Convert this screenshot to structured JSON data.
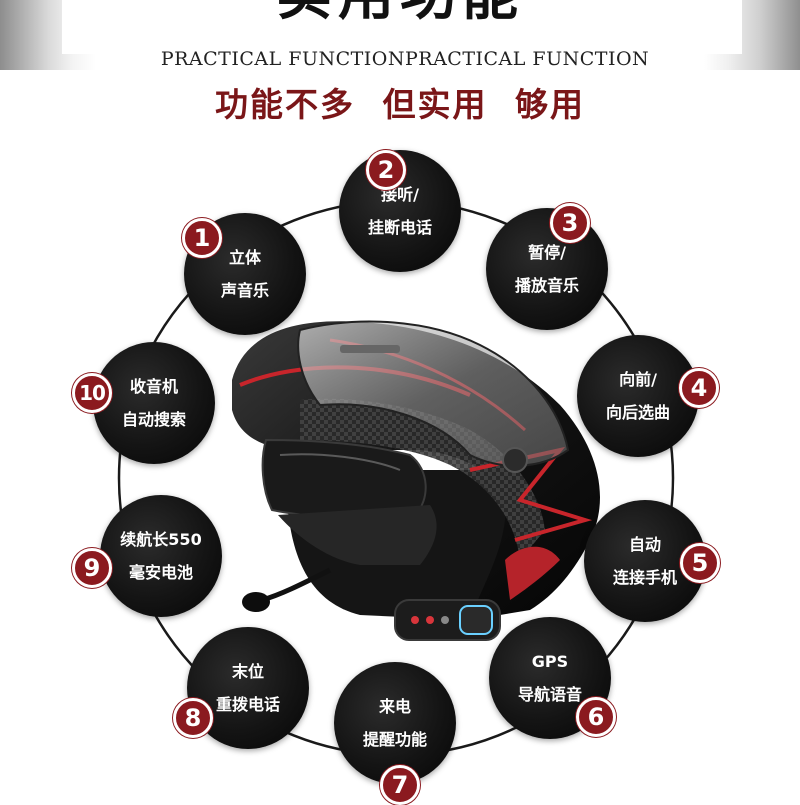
{
  "header": {
    "title": "实用功能",
    "subtitle": "PRACTICAL FUNCTIONPRACTICAL FUNCTION",
    "headline": "功能不多 但实用 够用"
  },
  "colors": {
    "accent": "#7a1618",
    "badge": "#8b1a1f",
    "circle": "#111111"
  },
  "features": [
    {
      "number": "1",
      "line1": "立体",
      "line2": "声音乐"
    },
    {
      "number": "2",
      "line1": "接听/",
      "line2": "挂断电话"
    },
    {
      "number": "3",
      "line1": "暂停/",
      "line2": "播放音乐"
    },
    {
      "number": "4",
      "line1": "向前/",
      "line2": "向后选曲"
    },
    {
      "number": "5",
      "line1": "自动",
      "line2": "连接手机"
    },
    {
      "number": "6",
      "line1": "GPS",
      "line2": "导航语音"
    },
    {
      "number": "7",
      "line1": "来电",
      "line2": "提醒功能"
    },
    {
      "number": "8",
      "line1": "末位",
      "line2": "重拨电话"
    },
    {
      "number": "9",
      "line1": "续航长550",
      "line2": "毫安电池"
    },
    {
      "number": "10",
      "line1": "收音机",
      "line2": "自动搜索"
    }
  ],
  "product": {
    "image": "modular-motorcycle-helmet-with-bluetooth-headset"
  }
}
